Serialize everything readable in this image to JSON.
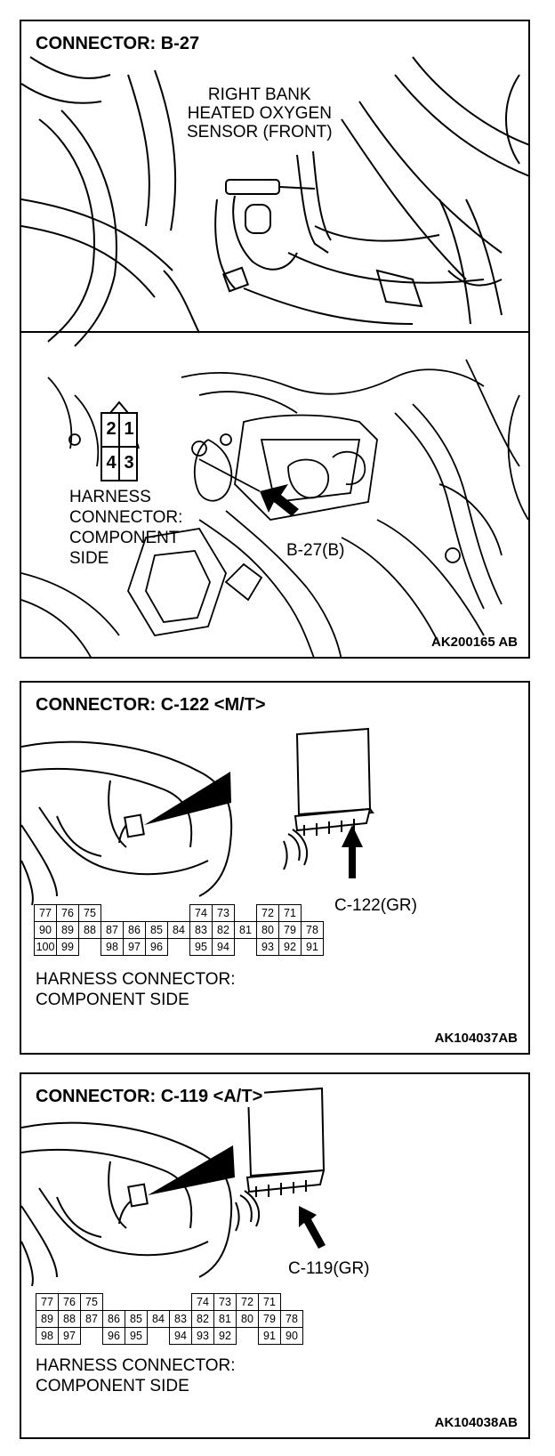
{
  "panel1": {
    "title": "CONNECTOR: B-27",
    "sensor_label": [
      "RIGHT BANK",
      "HEATED OXYGEN",
      "SENSOR (FRONT)"
    ],
    "pins": [
      "2",
      "1",
      "4",
      "3"
    ],
    "harness_label": [
      "HARNESS",
      "CONNECTOR:",
      "COMPONENT",
      "SIDE"
    ],
    "connector_callout": "B-27(B)",
    "code": "AK200165 AB"
  },
  "panel2": {
    "title": "CONNECTOR: C-122 <M/T>",
    "callout": "C-122(GR)",
    "pin_rows": [
      [
        "77",
        "76",
        "75",
        "",
        "",
        "",
        "",
        "74",
        "73",
        "",
        "72",
        "71"
      ],
      [
        "90",
        "89",
        "88",
        "87",
        "86",
        "85",
        "84",
        "83",
        "82",
        "81",
        "80",
        "79",
        "78"
      ],
      [
        "100",
        "99",
        "",
        "98",
        "97",
        "96",
        "",
        "95",
        "94",
        "",
        "93",
        "92",
        "91"
      ]
    ],
    "harness_label": [
      "HARNESS CONNECTOR:",
      "COMPONENT SIDE"
    ],
    "code": "AK104037AB"
  },
  "panel3": {
    "title": "CONNECTOR: C-119 <A/T>",
    "callout": "C-119(GR)",
    "pin_rows": [
      [
        "77",
        "76",
        "75",
        "",
        "",
        "",
        "",
        "74",
        "73",
        "72",
        "71"
      ],
      [
        "89",
        "88",
        "87",
        "86",
        "85",
        "84",
        "83",
        "82",
        "81",
        "80",
        "79",
        "78"
      ],
      [
        "98",
        "97",
        "",
        "96",
        "95",
        "",
        "94",
        "93",
        "92",
        "",
        "91",
        "90"
      ]
    ],
    "harness_label": [
      "HARNESS CONNECTOR:",
      "COMPONENT SIDE"
    ],
    "code": "AK104038AB"
  }
}
